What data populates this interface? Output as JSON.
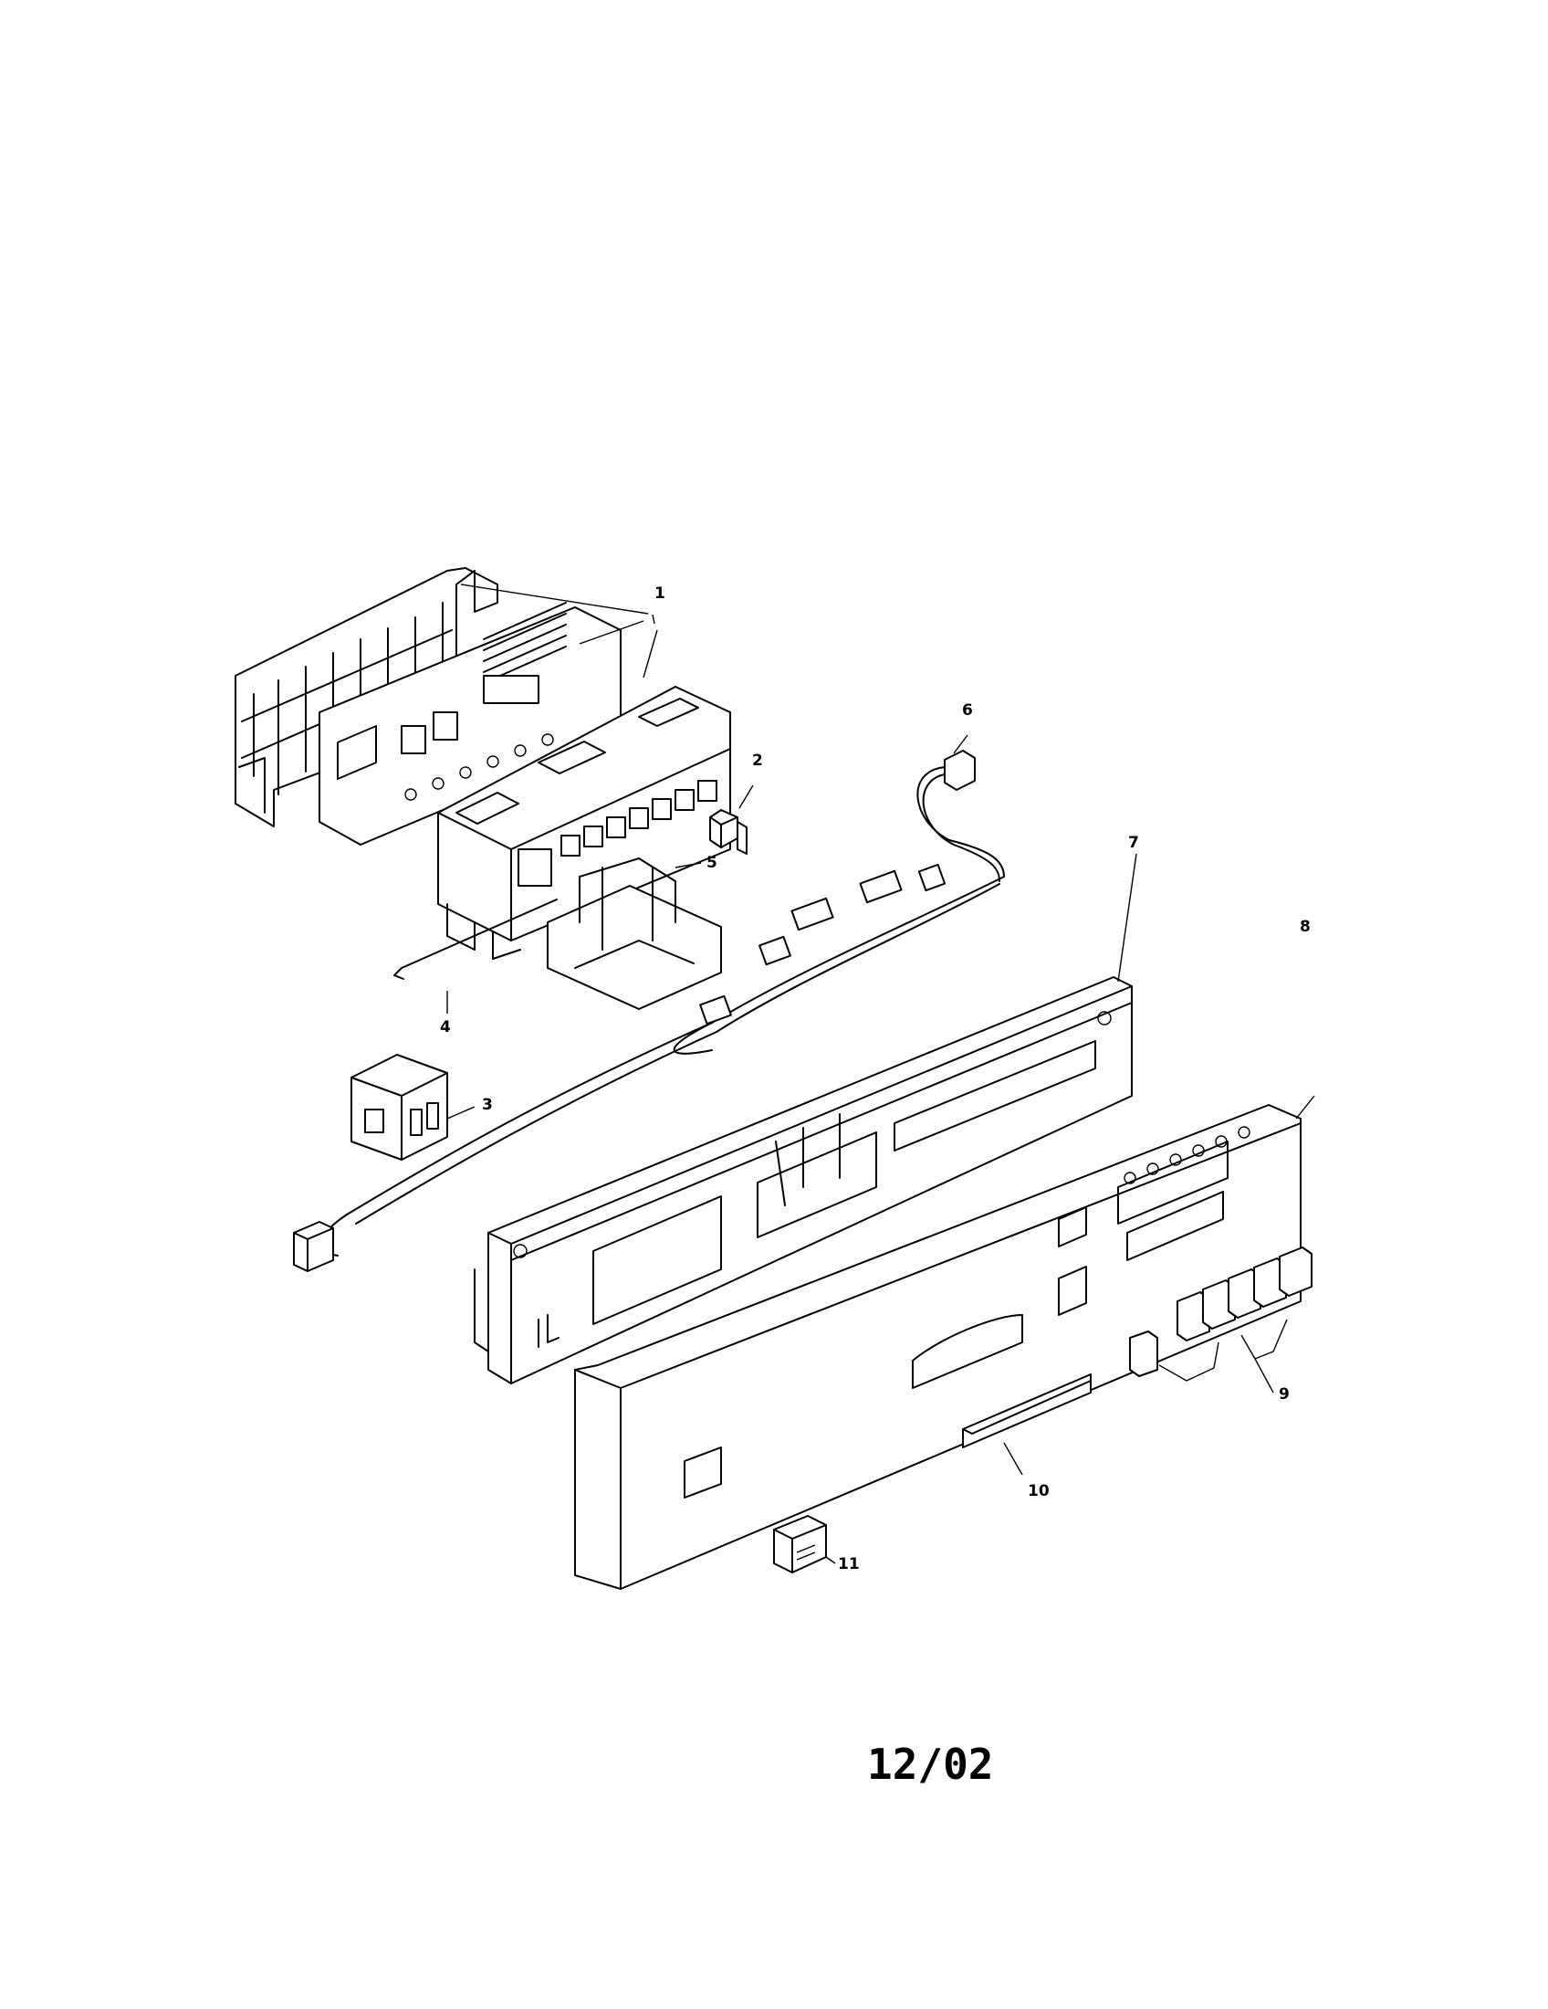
{
  "date_code": "12/02",
  "callouts": [
    {
      "id": "1",
      "label": "1"
    },
    {
      "id": "2",
      "label": "2"
    },
    {
      "id": "3",
      "label": "3"
    },
    {
      "id": "4",
      "label": "4"
    },
    {
      "id": "5",
      "label": "5"
    },
    {
      "id": "6",
      "label": "6"
    },
    {
      "id": "7",
      "label": "7"
    },
    {
      "id": "8",
      "label": "8"
    },
    {
      "id": "9",
      "label": "9"
    },
    {
      "id": "10",
      "label": "10"
    },
    {
      "id": "11",
      "label": "11"
    }
  ]
}
